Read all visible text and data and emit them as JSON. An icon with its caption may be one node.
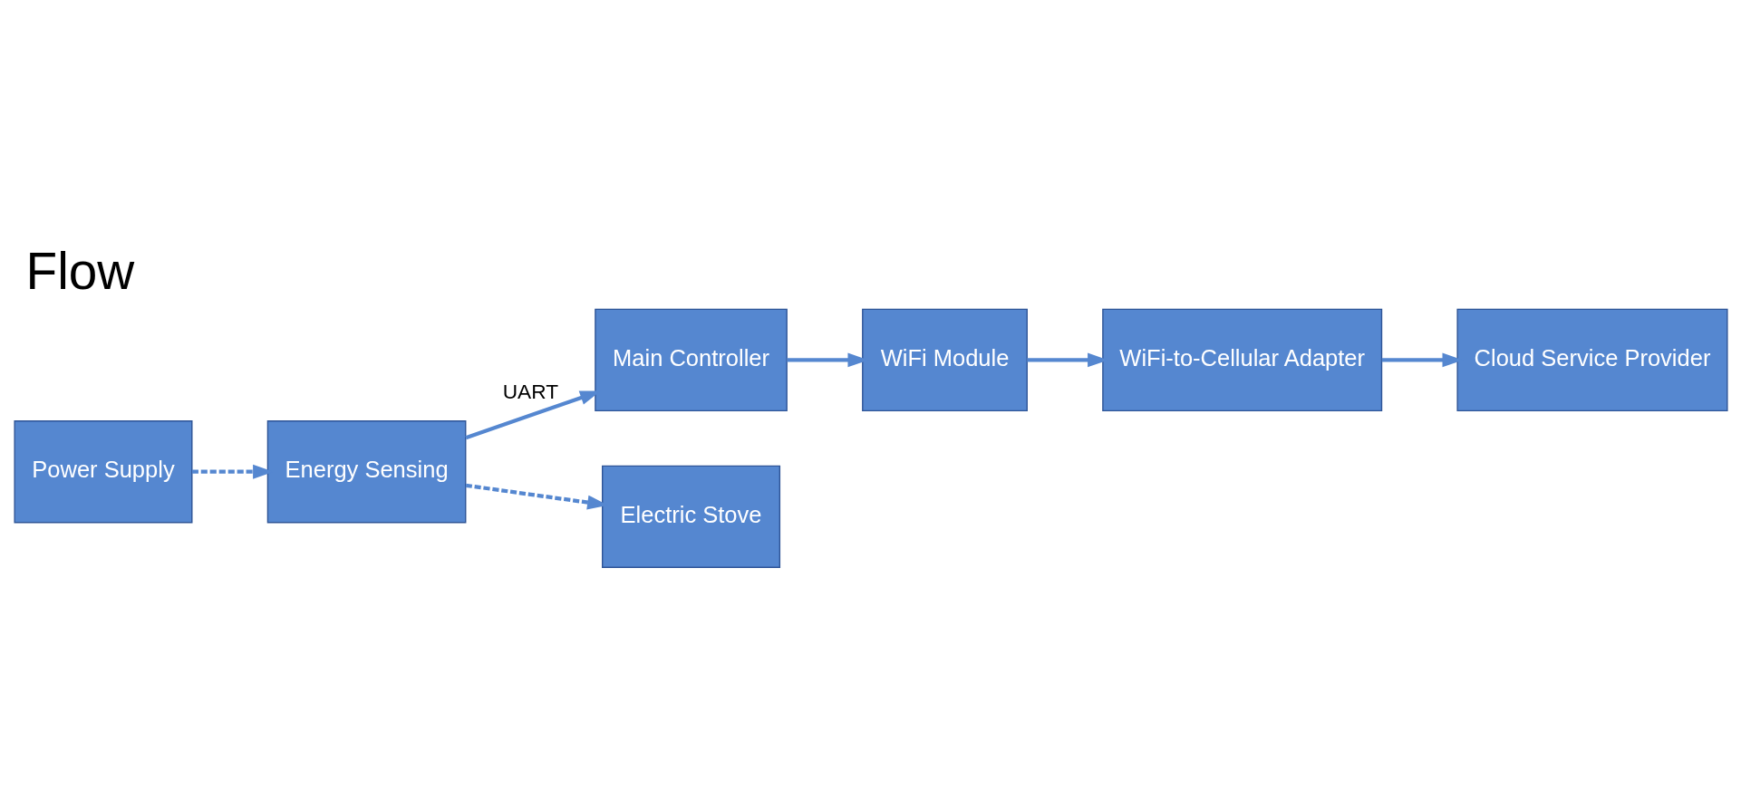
{
  "diagram": {
    "title": "Flow",
    "nodes": [
      {
        "text": [
          "Cloud Service Provider"
        ]
      },
      {
        "text": [
          "Main Controller"
        ]
      },
      {
        "text": [
          "WiFi Module"
        ]
      },
      {
        "text": [
          "WiFi-to-Cellular Adapter"
        ]
      },
      {
        "text": [
          "Power Supply"
        ]
      },
      {
        "text": [
          "Energy Sensing"
        ]
      },
      {
        "text": [
          "Electric Stove"
        ]
      }
    ],
    "edges": [
      {
        "from": 1,
        "to": 2,
        "arrow": "to"
      },
      {
        "from": 2,
        "to": 3,
        "arrow": "to"
      },
      {
        "from": 3,
        "to": 0,
        "arrow": "to"
      },
      {
        "from": 5,
        "to": 1,
        "arrow": "to",
        "label": "UART"
      },
      {
        "from": 4,
        "to": 5,
        "arrow": "to",
        "style": "dashed"
      },
      {
        "from": 5,
        "to": 6,
        "arrow": "to",
        "style": "dashed"
      }
    ]
  }
}
